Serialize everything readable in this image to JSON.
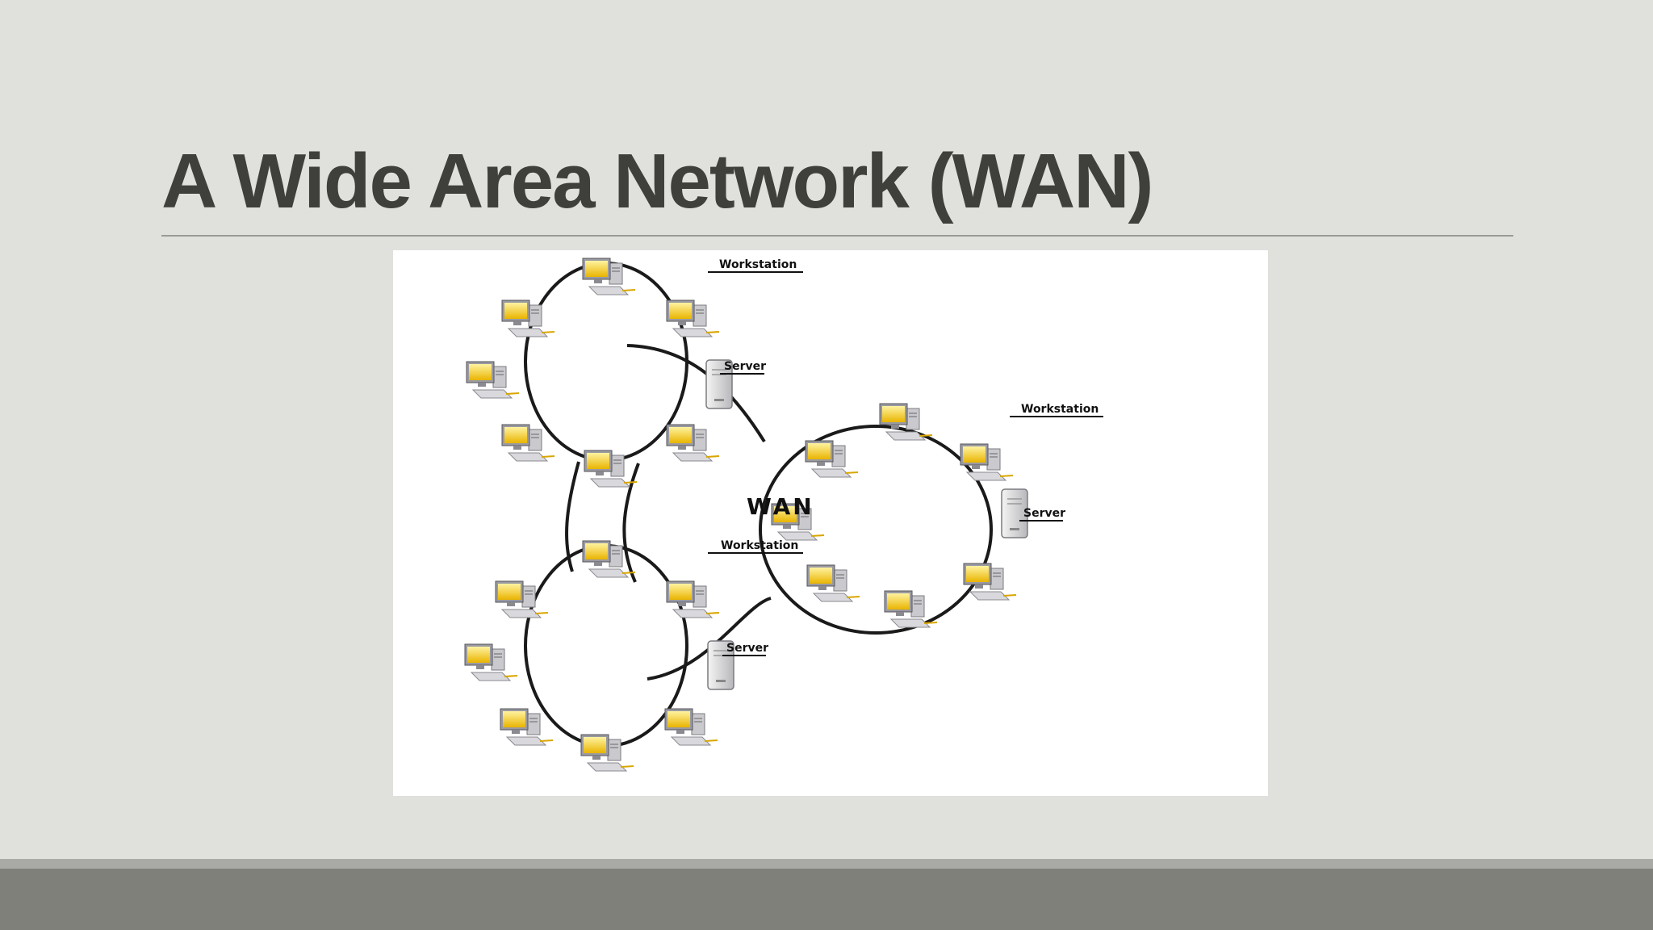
{
  "slide": {
    "title": "A Wide Area Network (WAN)"
  },
  "diagram": {
    "center_label": "WAN",
    "networks": [
      {
        "workstation_label": "Workstation",
        "server_label": "Server"
      },
      {
        "workstation_label": "Workstation",
        "server_label": "Server"
      },
      {
        "workstation_label": "Workstation",
        "server_label": "Server"
      }
    ]
  },
  "colors": {
    "background": "#e0e0dc",
    "title": "#3f3f3c",
    "footer_band": "#7f807a",
    "screen": "#f2c200"
  }
}
